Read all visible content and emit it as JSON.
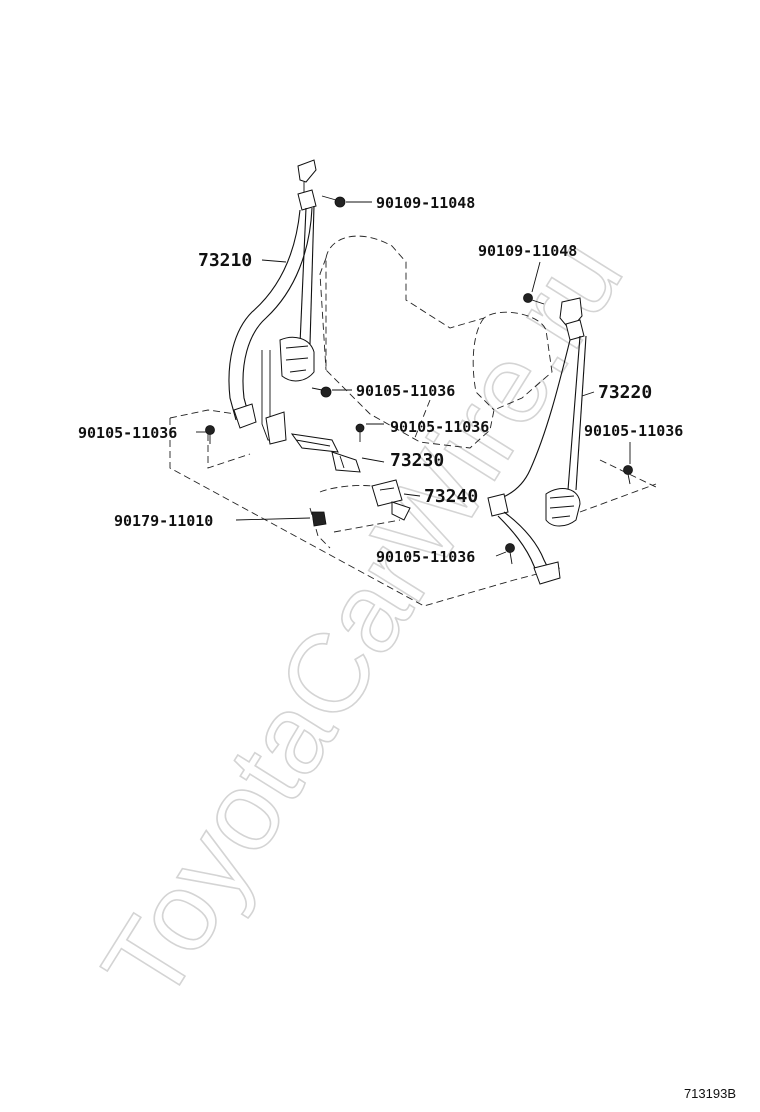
{
  "watermark": "ToyotaCarWire.ru",
  "diagram_code": "713193B",
  "callouts": [
    {
      "id": "bolt-top-left",
      "text": "90109-11048",
      "size": "sm"
    },
    {
      "id": "belt-front-left",
      "text": "73210",
      "size": "lg"
    },
    {
      "id": "bolt-top-right",
      "text": "90109-11048",
      "size": "sm"
    },
    {
      "id": "belt-front-right",
      "text": "73220",
      "size": "lg"
    },
    {
      "id": "bolt-retractor-left",
      "text": "90105-11036",
      "size": "sm"
    },
    {
      "id": "bolt-floor-left",
      "text": "90105-11036",
      "size": "sm"
    },
    {
      "id": "bolt-buckle-center",
      "text": "90105-11036",
      "size": "sm"
    },
    {
      "id": "bolt-floor-right",
      "text": "90105-11036",
      "size": "sm"
    },
    {
      "id": "buckle-center",
      "text": "73230",
      "size": "lg"
    },
    {
      "id": "buckle-lower",
      "text": "73240",
      "size": "lg"
    },
    {
      "id": "nut-floor",
      "text": "90179-11010",
      "size": "sm"
    },
    {
      "id": "bolt-anchor-right",
      "text": "90105-11036",
      "size": "sm"
    }
  ]
}
